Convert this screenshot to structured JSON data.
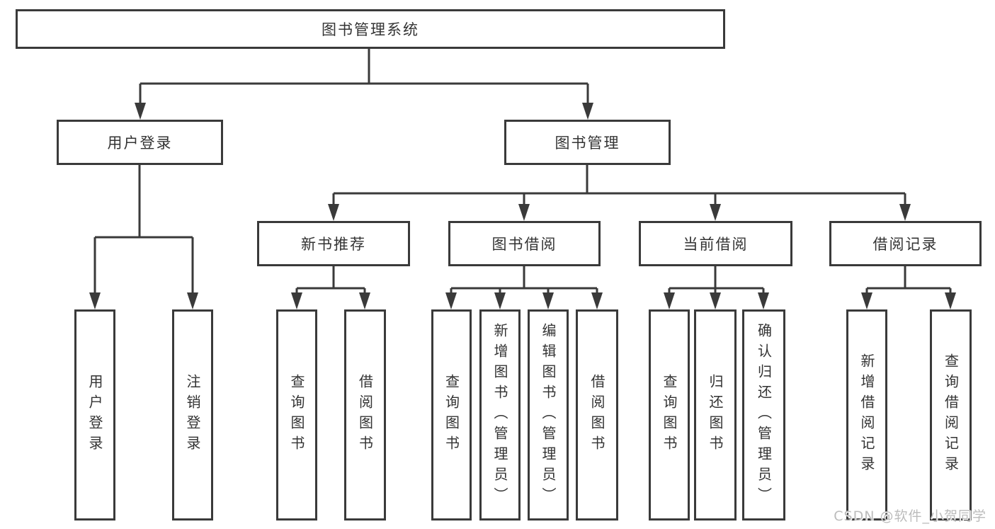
{
  "title": "图书管理系统",
  "tree": {
    "root": {
      "label": "图书管理系统",
      "children": [
        {
          "label": "用户登录",
          "children": [
            {
              "label": "用户登录"
            },
            {
              "label": "注销登录"
            }
          ]
        },
        {
          "label": "图书管理",
          "children": [
            {
              "label": "新书推荐",
              "children": [
                {
                  "label": "查询图书"
                },
                {
                  "label": "借阅图书"
                }
              ]
            },
            {
              "label": "图书借阅",
              "children": [
                {
                  "label": "查询图书"
                },
                {
                  "label": "新增图书（管理员）"
                },
                {
                  "label": "编辑图书（管理员）"
                },
                {
                  "label": "借阅图书"
                }
              ]
            },
            {
              "label": "当前借阅",
              "children": [
                {
                  "label": "查询图书"
                },
                {
                  "label": "归还图书"
                },
                {
                  "label": "确认归还（管理员）"
                }
              ]
            },
            {
              "label": "借阅记录",
              "children": [
                {
                  "label": "新增借阅记录"
                },
                {
                  "label": "查询借阅记录"
                }
              ]
            }
          ]
        }
      ]
    }
  },
  "watermark": {
    "text": "CSDN @软件_小贺同学"
  },
  "colors": {
    "line": "#3a3a3a",
    "text": "#333333",
    "watermark": "#bcbcbc",
    "background": "#ffffff"
  }
}
